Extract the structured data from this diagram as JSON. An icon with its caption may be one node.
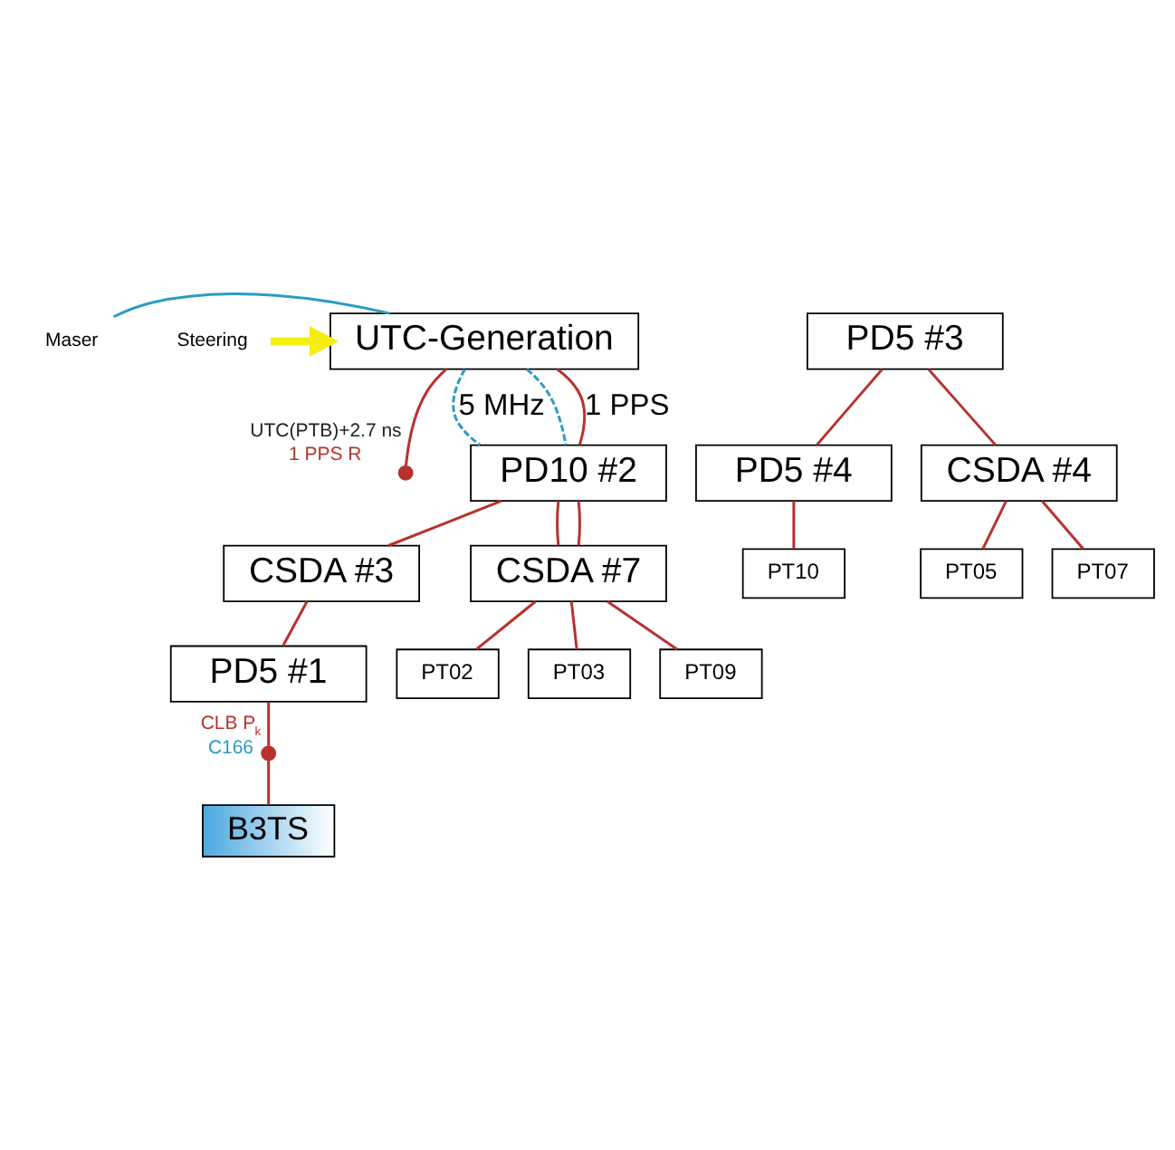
{
  "diagram": {
    "nodes": [
      {
        "text": [
          "Maser"
        ]
      },
      {
        "text": [
          "UTC-Generation"
        ]
      },
      {
        "text": [
          "Steering"
        ]
      },
      {
        "text": [],
        "shape": "circle",
        "beside": [
          "UTC(PTB)+2.7 ns",
          "1 PPS R"
        ]
      },
      {
        "text": [
          "PD10 #2"
        ]
      },
      {
        "text": [
          "PD5 #3"
        ]
      },
      {
        "text": [
          "CSDA #3"
        ]
      },
      {
        "text": [
          "CSDA #7"
        ]
      },
      {
        "text": [
          "PD5 #4"
        ]
      },
      {
        "text": [
          "PD5 #1"
        ]
      },
      {
        "text": [
          "PT02"
        ]
      },
      {
        "text": [
          "CSDA #4"
        ]
      },
      {
        "text": [
          "PT03"
        ]
      },
      {
        "text": [
          "PT05"
        ]
      },
      {
        "text": [],
        "shape": "circle",
        "beside": [
          "CLB P$_{k}$",
          "C166"
        ]
      },
      {
        "text": [
          "PT09"
        ]
      },
      {
        "text": [
          "PT10"
        ]
      },
      {
        "text": [
          "PT07"
        ]
      },
      {
        "text": [
          "B3TS"
        ]
      }
    ],
    "edges": [
      {
        "from": 0,
        "to": 1,
        "arrow": "none",
        "color": "#2a9cc4"
      },
      {
        "from": 2,
        "to": 1,
        "arrow": "to",
        "style": "thick",
        "color": "#f5ee10"
      },
      {
        "from": 1,
        "to": 4,
        "arrow": "none",
        "label": "5 MHz",
        "style": "dashed",
        "color": "#2a9cc4"
      },
      {
        "from": 1,
        "to": 4,
        "arrow": "none",
        "style": "dashed",
        "color": "#2a9cc4"
      },
      {
        "from": 1,
        "to": 4,
        "arrow": "none",
        "label": "1 PPS"
      },
      {
        "from": 1,
        "to": 3,
        "arrow": "none"
      },
      {
        "from": 4,
        "to": 6,
        "arrow": "none"
      },
      {
        "from": 4,
        "to": 7,
        "arrow": "none"
      },
      {
        "from": 4,
        "to": 7,
        "arrow": "none"
      },
      {
        "from": 5,
        "to": 8,
        "arrow": "none"
      },
      {
        "from": 5,
        "to": 11,
        "arrow": "none"
      },
      {
        "from": 6,
        "to": 9,
        "arrow": "none"
      },
      {
        "from": 7,
        "to": 10,
        "arrow": "none"
      },
      {
        "from": 7,
        "to": 12,
        "arrow": "none"
      },
      {
        "from": 7,
        "to": 15,
        "arrow": "none"
      },
      {
        "from": 8,
        "to": 16,
        "arrow": "none"
      },
      {
        "from": 11,
        "to": 13,
        "arrow": "none"
      },
      {
        "from": 11,
        "to": 17,
        "arrow": "none"
      },
      {
        "from": 9,
        "to": 14,
        "arrow": "none"
      },
      {
        "from": 14,
        "to": 18,
        "arrow": "none"
      }
    ]
  }
}
